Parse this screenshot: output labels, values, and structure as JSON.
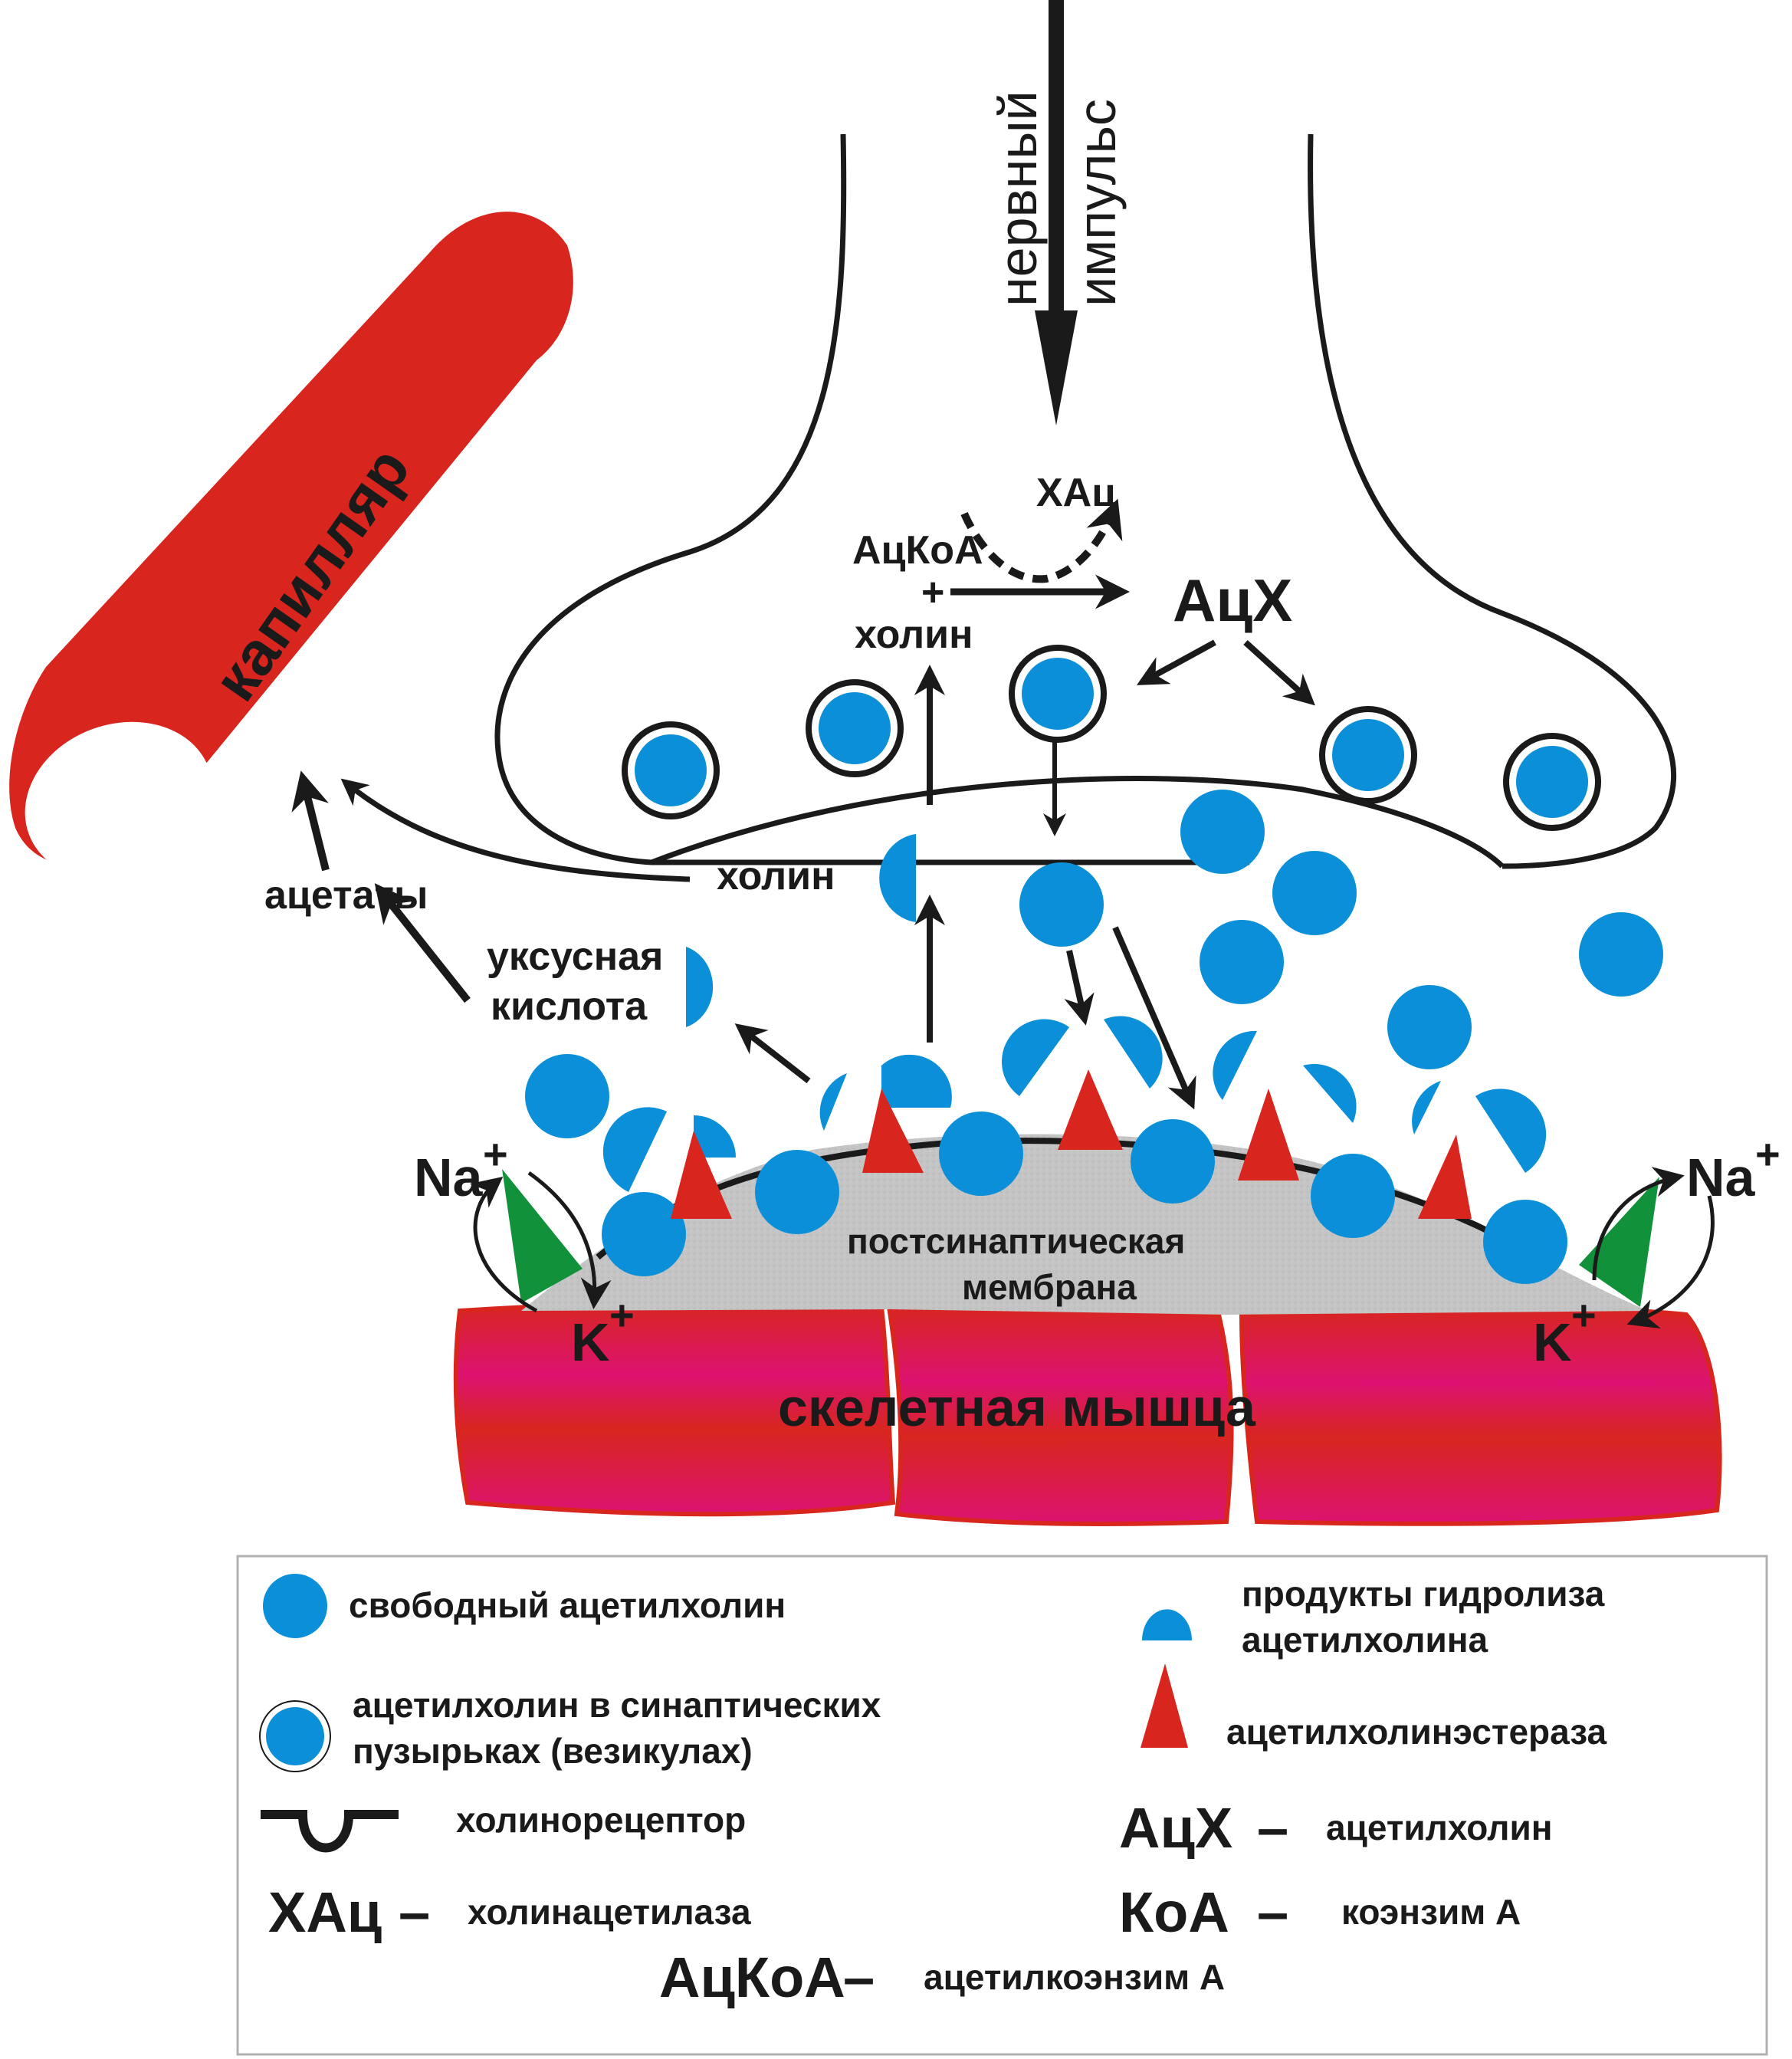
{
  "colors": {
    "capillary": "#d8261f",
    "acetylcholine": "#0b8fd8",
    "enzyme": "#d8261f",
    "channel": "#12913b",
    "membrane": "#c4c4c4",
    "muscle": "#d8126f",
    "muscle_edge": "#d8261f",
    "ink": "#1a1a1a"
  },
  "labels": {
    "nerve_impulse_line1": "нервный",
    "nerve_impulse_line2": "импульс",
    "capillary": "капилляр",
    "chat_enzyme": "ХАц",
    "acetyl_coa": "АцКоА",
    "plus": "+",
    "choline_top": "холин",
    "ach": "АцХ",
    "choline_cleft": "холин",
    "acetates": "ацетаты",
    "acetic_acid_line1": "уксусная",
    "acetic_acid_line2": "кислота",
    "na_left": "Na",
    "na_right": "Na",
    "k_left": "K",
    "k_right": "K",
    "plus_sign": "+",
    "postsynaptic_line1": "постсинаптическая",
    "postsynaptic_line2": "мембрана",
    "muscle": "скелетная мышца"
  },
  "legend": {
    "free_ach": "свободный ацетилхолин",
    "vesicle_ach_line1": "ацетилхолин в синаптических",
    "vesicle_ach_line2": "пузырьках (везикулах)",
    "receptor": "холинорецептор",
    "hydrolysis_line1": "продукты гидролиза",
    "hydrolysis_line2": "ацетилхолина",
    "ache": "ацетилхолинэстераза",
    "abbr": [
      {
        "abbr": "АцХ",
        "dash": "–",
        "meaning": "ацетилхолин"
      },
      {
        "abbr": "ХАц",
        "dash": "–",
        "meaning": "холинацетилаза"
      },
      {
        "abbr": "КоА",
        "dash": "–",
        "meaning": "коэнзим А"
      },
      {
        "abbr": "АцКоА",
        "dash": "–",
        "meaning": "ацетилкоэнзим А"
      }
    ]
  }
}
